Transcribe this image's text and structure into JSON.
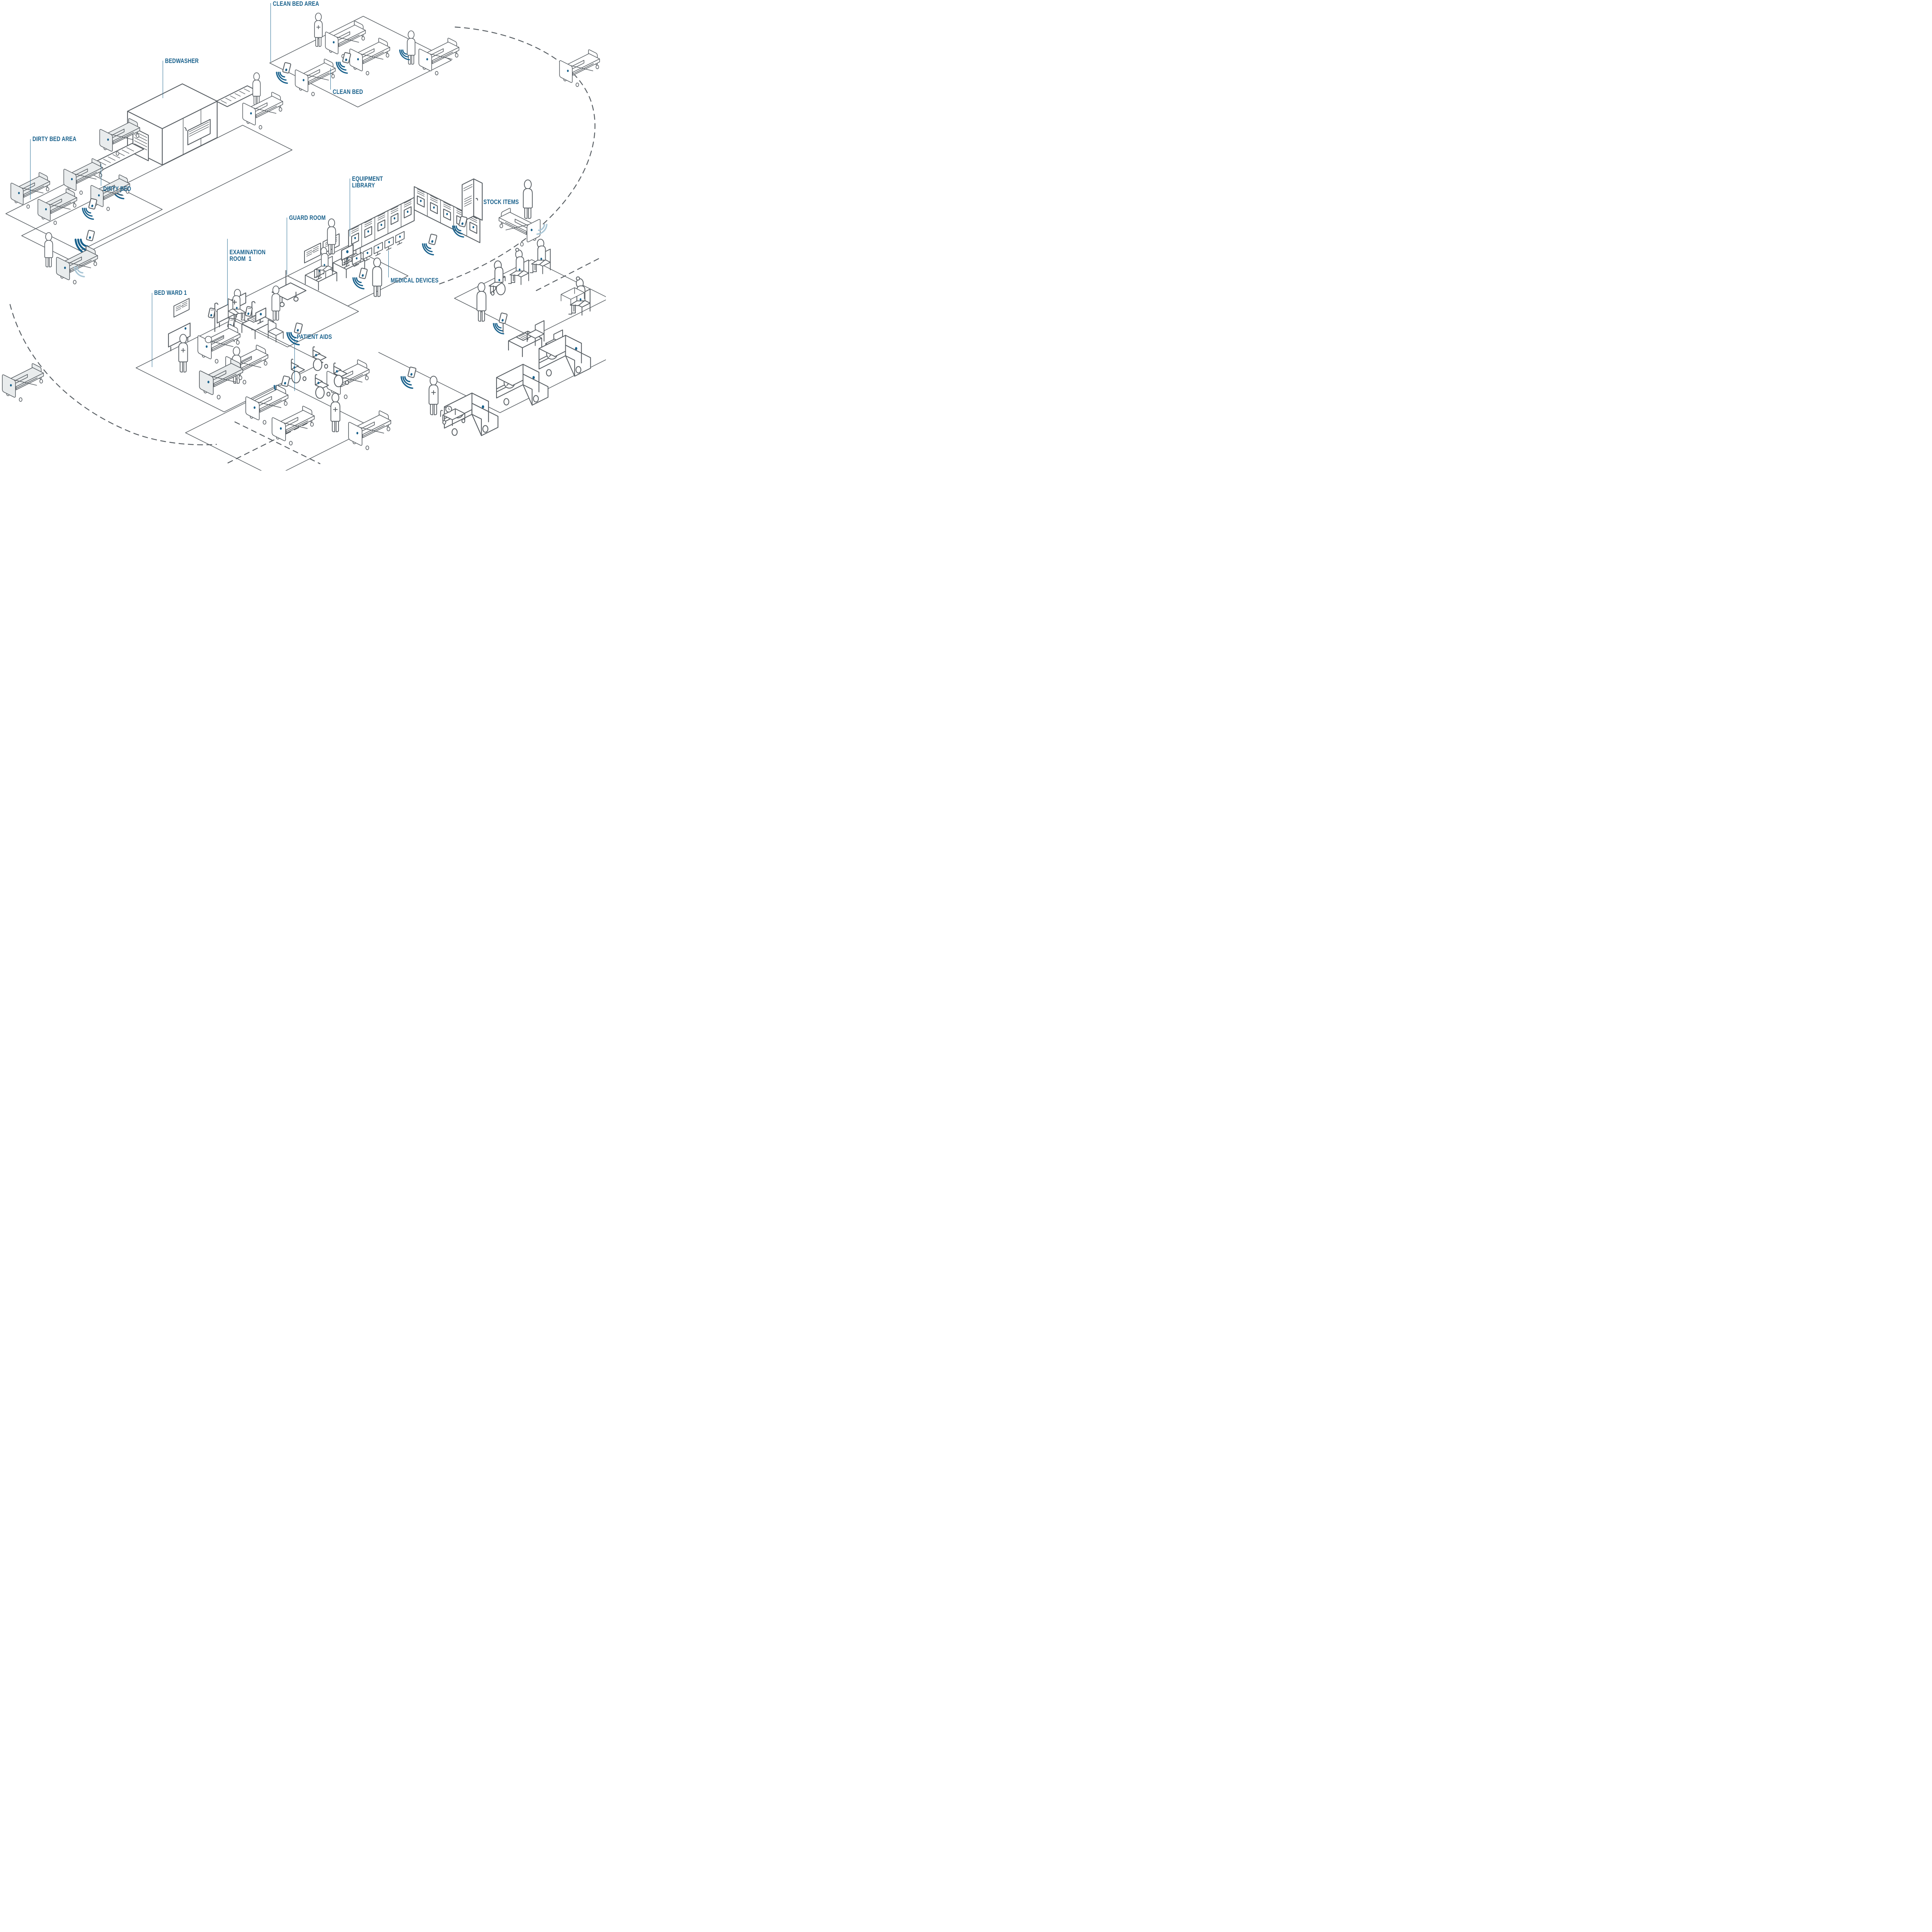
{
  "diagram": {
    "type": "isometric-hospital-asset-tracking-illustration",
    "labels": {
      "clean_bed_area": {
        "text": "CLEAN BED AREA"
      },
      "bedwasher": {
        "text": "BEDWASHER"
      },
      "clean_bed": {
        "text": "CLEAN BED"
      },
      "dirty_bed_area": {
        "text": "DIRTY BED AREA"
      },
      "dirty_bed": {
        "text": "DIRTY BED"
      },
      "equipment_library": {
        "line1": "EQUIPMENT",
        "line2": "LIBRARY"
      },
      "stock_items": {
        "text": "STOCK ITEMS"
      },
      "guard_room": {
        "text": "GUARD ROOM"
      },
      "examination_room_1": {
        "line1": "EXAMINATION",
        "line2": "ROOM  1"
      },
      "medical_devices": {
        "text": "MEDICAL DEVICES"
      },
      "bed_ward_1": {
        "text": "BED WARD 1"
      },
      "patient_aids": {
        "text": "PATIENT AIDS"
      }
    },
    "icons": {
      "asset_tag": "rfid-tag-card-with-signal-waves-icon",
      "tracked_asset_marker": "blue-dot-icon",
      "staff_marker": "medical-cross-icon",
      "ambulance_emblem": "circle-cross-icon"
    },
    "colors": {
      "label_text": "#19618c",
      "accent": "#19618c",
      "outline": "#5a6065",
      "dirty_bed_fill": "#e9eced",
      "signal_highlight": "#a9c6d6",
      "background": "#ffffff"
    }
  }
}
